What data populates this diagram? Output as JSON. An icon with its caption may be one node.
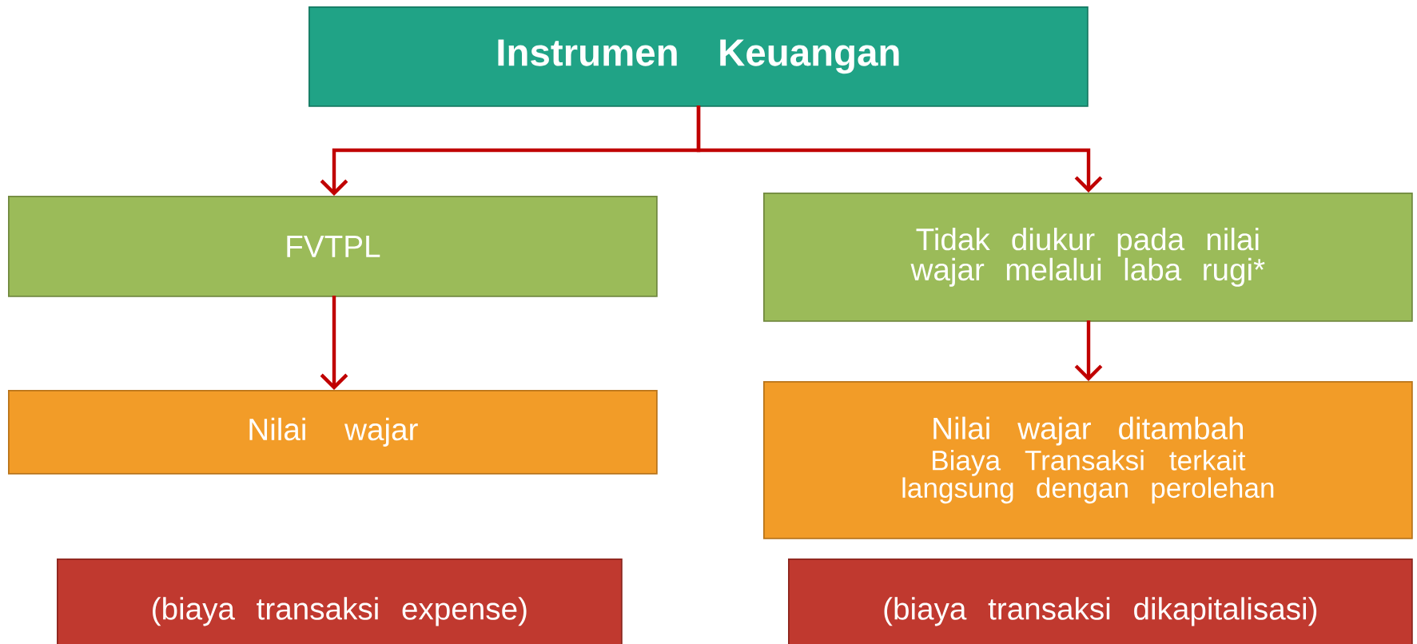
{
  "diagram": {
    "nodes": [
      {
        "text": [
          "Instrumen Keuangan"
        ]
      },
      {
        "text": [
          "FVTPL"
        ]
      },
      {
        "text": [
          "Tidak diukur pada nilai wajar melalui laba rugi*"
        ]
      },
      {
        "text": [
          "Nilai wajar"
        ]
      },
      {
        "text": [
          "Nilai wajar ditambah",
          "Biaya Transaksi terkait langsung dengan perolehan"
        ]
      },
      {
        "text": [
          "(biaya transaksi expense)"
        ]
      },
      {
        "text": [
          "(biaya transaksi dikapitalisasi)"
        ]
      }
    ],
    "edges": [
      {
        "from": 0,
        "to": 1,
        "arrow": "to"
      },
      {
        "from": 0,
        "to": 2,
        "arrow": "to"
      },
      {
        "from": 1,
        "to": 3,
        "arrow": "to"
      },
      {
        "from": 2,
        "to": 4,
        "arrow": "to"
      }
    ]
  }
}
